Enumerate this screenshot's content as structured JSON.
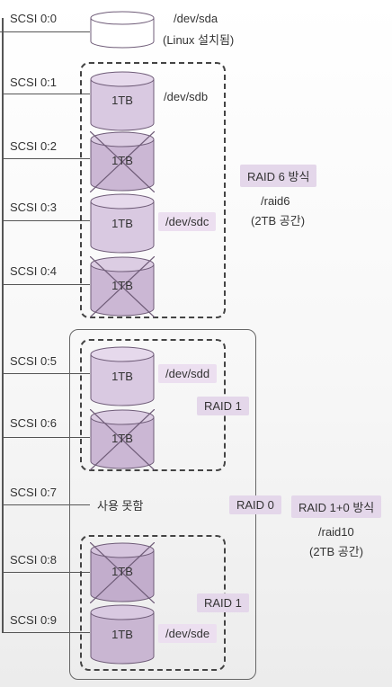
{
  "scsi_ports": [
    {
      "label": "SCSI 0:0"
    },
    {
      "label": "SCSI 0:1"
    },
    {
      "label": "SCSI 0:2"
    },
    {
      "label": "SCSI 0:3"
    },
    {
      "label": "SCSI 0:4"
    },
    {
      "label": "SCSI 0:5"
    },
    {
      "label": "SCSI 0:6"
    },
    {
      "label": "SCSI 0:7"
    },
    {
      "label": "SCSI 0:8"
    },
    {
      "label": "SCSI 0:9"
    }
  ],
  "disks": [
    {
      "capacity": "",
      "device": "/dev/sda",
      "state": "os"
    },
    {
      "capacity": "1TB",
      "device": "/dev/sdb",
      "state": "ok"
    },
    {
      "capacity": "1TB",
      "device": "",
      "state": "failed"
    },
    {
      "capacity": "1TB",
      "device": "/dev/sdc",
      "state": "ok"
    },
    {
      "capacity": "1TB",
      "device": "",
      "state": "failed"
    },
    {
      "capacity": "1TB",
      "device": "/dev/sdd",
      "state": "ok"
    },
    {
      "capacity": "1TB",
      "device": "",
      "state": "failed"
    },
    {
      "capacity": "",
      "device": "",
      "state": "unused"
    },
    {
      "capacity": "1TB",
      "device": "",
      "state": "failed"
    },
    {
      "capacity": "1TB",
      "device": "/dev/sde",
      "state": "ok"
    }
  ],
  "sda_note": "(Linux 설치됨)",
  "unused_note": "사용 못함",
  "raid6": {
    "label": "RAID 6 방식",
    "mount": "/raid6",
    "capacity": "(2TB 공간)"
  },
  "raid1_top": {
    "label": "RAID 1"
  },
  "raid1_bottom": {
    "label": "RAID 1"
  },
  "raid0": {
    "label": "RAID 0"
  },
  "raid10": {
    "label": "RAID 1+0 방식",
    "mount": "/raid10",
    "capacity": "(2TB 공간)"
  },
  "colors": {
    "disk_fill": "#d9c9e1",
    "disk_fill_dark": "#cbb7d4",
    "disk_stroke": "#6f5c78",
    "highlight": "#e4d7ea"
  }
}
